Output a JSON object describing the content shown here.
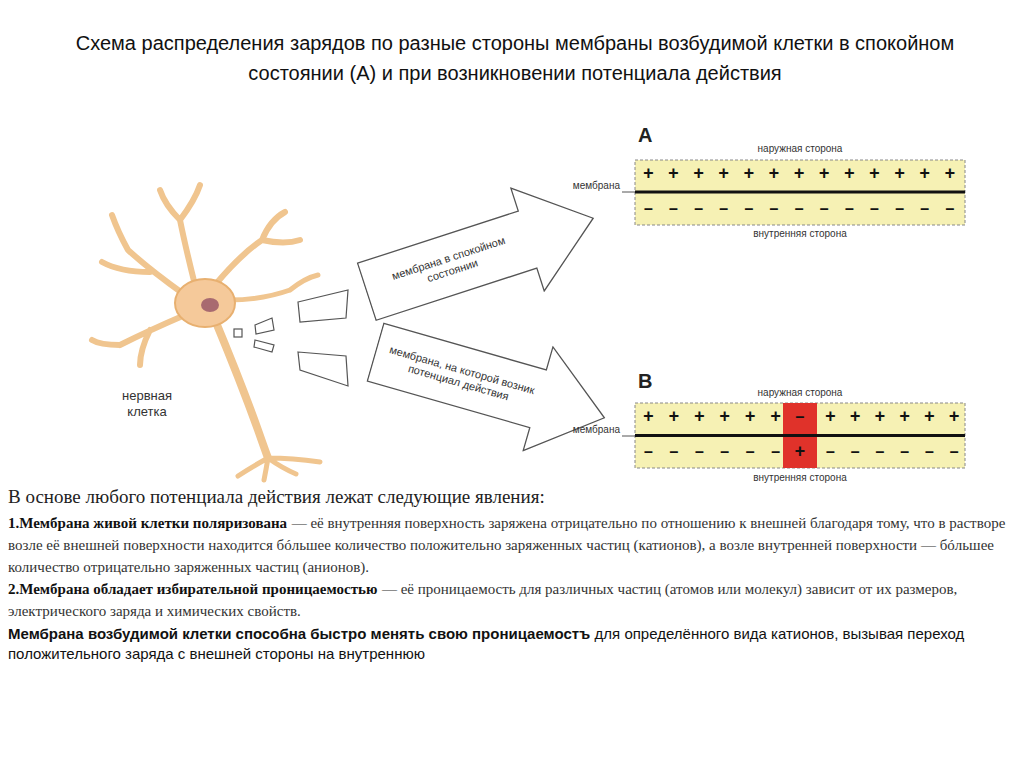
{
  "diagram": {
    "title": "Схема распределения зарядов по разные стороны мембраны возбудимой клетки в спокойном состоянии (А) и при возникновении потенциала действия",
    "nodes": [
      {
        "text": [
          "мембрана в спокойном состоянии"
        ]
      },
      {
        "text": [
          "мембрана, на которой возник потенциал действия"
        ]
      },
      {
        "text": [
          "+ + + + + + + + + + + + +",
          "– – – – – – – – – – – – –"
        ]
      },
      {
        "text": [
          "+ + + + + +",
          "+ + + + + +",
          "– – – – – –",
          "– – – – – –"
        ]
      },
      {
        "text": [
          "–",
          "+"
        ],
        "in": 3
      }
    ],
    "labels": [
      "А",
      "наружная сторона",
      "мембрана",
      "внутренняя сторона",
      "В",
      "наружная сторона",
      "мембрана",
      "внутренняя сторона",
      "нервная клетка",
      "В основе любого потенциала действия лежат следующие явления:",
      "1.Мембрана живой клетки поляризована",
      "— её внутренняя поверхность заряжена отрицательно по отношению к внешней благодаря тому, что в растворе возле её внешней поверхности находится бóльшее количество положительно заряженных частиц (катионов), а возле внутренней поверхности — бóльшее количество отрицательно заряженных частиц (анионов).",
      "2.Мембрана обладает избирательной проницаемостью",
      "— её проницаемость для различных частиц (атомов или молекул) зависит от их размеров, электрического заряда и химических свойств.",
      "Мембрана возбудимой клетки способна быстро менять свою проницаемостъ",
      "для определённого вида катионов, вызывая переход положительного заряда с внешней стороны на внутреннюю"
    ]
  }
}
